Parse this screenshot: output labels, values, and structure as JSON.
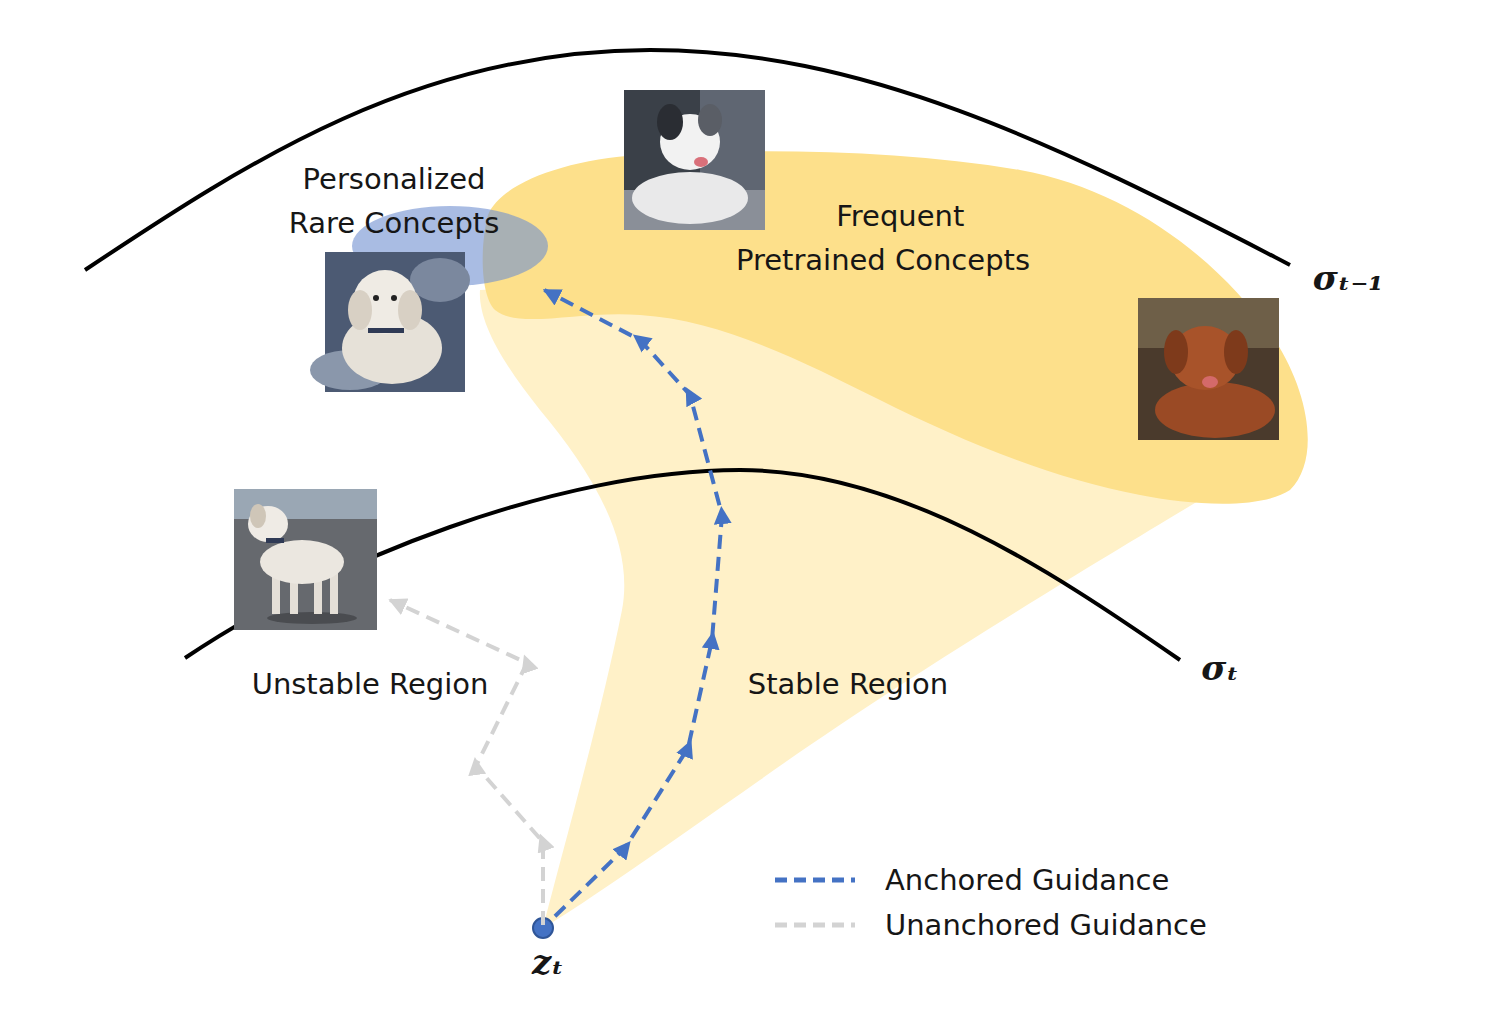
{
  "diagram": {
    "nodes": [
      {
        "text": [
          "Personalized Rare Concepts"
        ]
      },
      {
        "text": [
          "Frequent Pretrained Concepts"
        ]
      },
      {
        "text": [
          "Stable Region"
        ]
      },
      {
        "text": [
          "zₜ"
        ]
      }
    ],
    "edges": [
      {
        "from": 3,
        "to": 0,
        "arrow": "to"
      }
    ],
    "labels": [
      "σₜ₋₁",
      "σₜ",
      "Unstable Region"
    ],
    "legend": [
      {
        "text": "Anchored Guidance"
      },
      {
        "text": "Unanchored Guidance"
      }
    ]
  }
}
